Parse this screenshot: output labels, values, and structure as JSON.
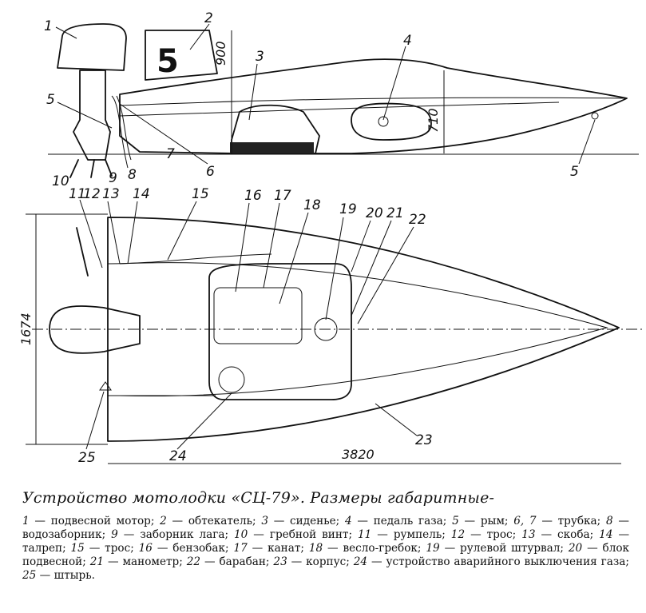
{
  "caption": {
    "title": "Устройство мотолодки «СЦ-79». Размеры габаритные-"
  },
  "dimensions": {
    "fairing_height": "900",
    "hull_height": "710",
    "beam": "1674",
    "length": "3820"
  },
  "callouts": [
    "1",
    "2",
    "3",
    "4",
    "5",
    "5",
    "6",
    "7",
    "8",
    "9",
    "10",
    "11",
    "12",
    "13",
    "14",
    "15",
    "16",
    "17",
    "18",
    "19",
    "20",
    "21",
    "22",
    "23",
    "24",
    "25"
  ],
  "fairing_badge": "5",
  "legend": [
    {
      "num": "1",
      "text": "подвесной мотор;"
    },
    {
      "num": "2",
      "text": "обтекатель;"
    },
    {
      "num": "3",
      "text": "сиденье;"
    },
    {
      "num": "4",
      "text": "педаль газа;"
    },
    {
      "num": "5",
      "text": "рым;"
    },
    {
      "num": "6, 7",
      "text": "трубка;"
    },
    {
      "num": "8",
      "text": "водозаборник;"
    },
    {
      "num": "9",
      "text": "заборник лага;"
    },
    {
      "num": "10",
      "text": "гребной винт;"
    },
    {
      "num": "11",
      "text": "румпель;"
    },
    {
      "num": "12",
      "text": "трос;"
    },
    {
      "num": "13",
      "text": "скоба;"
    },
    {
      "num": "14",
      "text": "талреп;"
    },
    {
      "num": "15",
      "text": "трос;"
    },
    {
      "num": "16",
      "text": "бензобак;"
    },
    {
      "num": "17",
      "text": "канат;"
    },
    {
      "num": "18",
      "text": "весло-гребок;"
    },
    {
      "num": "19",
      "text": "рулевой штурвал;"
    },
    {
      "num": "20",
      "text": "блок подвесной;"
    },
    {
      "num": "21",
      "text": "манометр;"
    },
    {
      "num": "22",
      "text": "барабан;"
    },
    {
      "num": "23",
      "text": "корпус;"
    },
    {
      "num": "24",
      "text": "устройство аварийного выключения газа;"
    },
    {
      "num": "25",
      "text": "штырь."
    }
  ]
}
